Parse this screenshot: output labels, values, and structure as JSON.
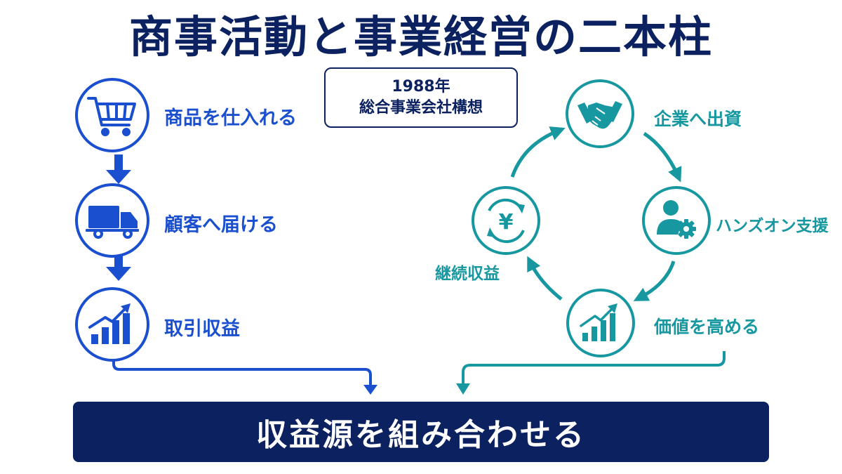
{
  "title": "商事活動と事業経営の二本柱",
  "badge": {
    "year": "1988年",
    "text": "総合事業会社構想"
  },
  "left_flow": {
    "steps": [
      {
        "label": "商品を仕入れる",
        "icon": "shopping-cart-icon"
      },
      {
        "label": "顧客へ届ける",
        "icon": "delivery-truck-icon"
      },
      {
        "label": "取引収益",
        "icon": "growth-chart-icon"
      }
    ]
  },
  "right_cycle": {
    "steps": [
      {
        "label": "企業へ出資",
        "icon": "handshake-icon"
      },
      {
        "label": "ハンズオン支援",
        "icon": "person-gear-icon"
      },
      {
        "label": "価値を高める",
        "icon": "growth-chart-icon"
      },
      {
        "label": "継続収益",
        "icon": "yen-cycle-icon"
      }
    ]
  },
  "bottom": {
    "label": "収益源を組み合わせる"
  },
  "colors": {
    "navy": "#0c2160",
    "blue": "#1a4fcf",
    "teal": "#1798a0"
  }
}
